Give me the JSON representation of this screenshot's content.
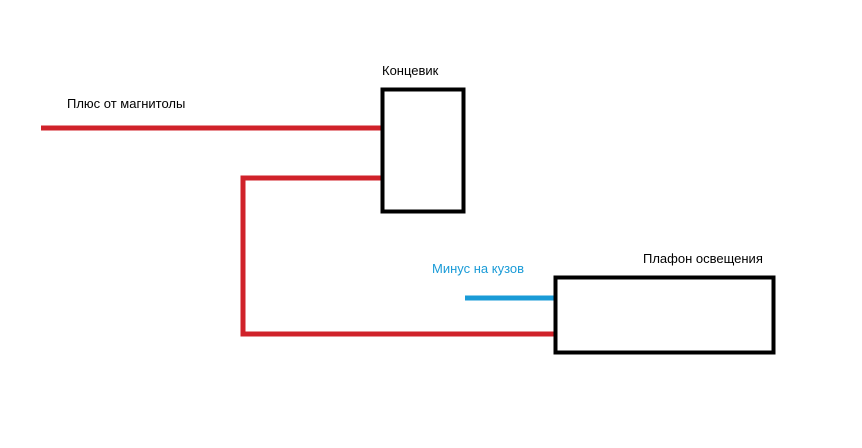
{
  "labels": {
    "switch": "Концевик",
    "plus_source": "Плюс от магнитолы",
    "ground": "Минус на кузов",
    "lamp": "Плафон освещения"
  },
  "colors": {
    "background": "#ffffff",
    "plus_wire": "#d0222a",
    "ground_wire": "#1a9bd7",
    "box_stroke": "#000000",
    "text_dark": "#000000",
    "text_ground": "#1a9bd7"
  }
}
